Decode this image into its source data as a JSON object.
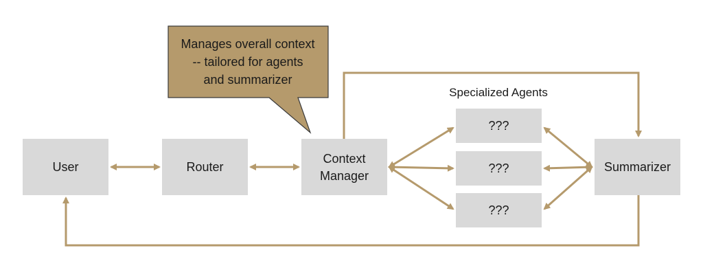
{
  "callout": {
    "lines": [
      "Manages overall context",
      "-- tailored for agents",
      "and summarizer"
    ]
  },
  "group_label": "Specialized Agents",
  "nodes": {
    "user": "User",
    "router": "Router",
    "context_manager": [
      "Context",
      "Manager"
    ],
    "agent_1": "???",
    "agent_2": "???",
    "agent_3": "???",
    "summarizer": "Summarizer"
  },
  "colors": {
    "box_fill": "#d9d9d9",
    "arrow": "#b59a6c",
    "callout_fill": "#b59a6c",
    "callout_border": "#3a3a3a"
  }
}
